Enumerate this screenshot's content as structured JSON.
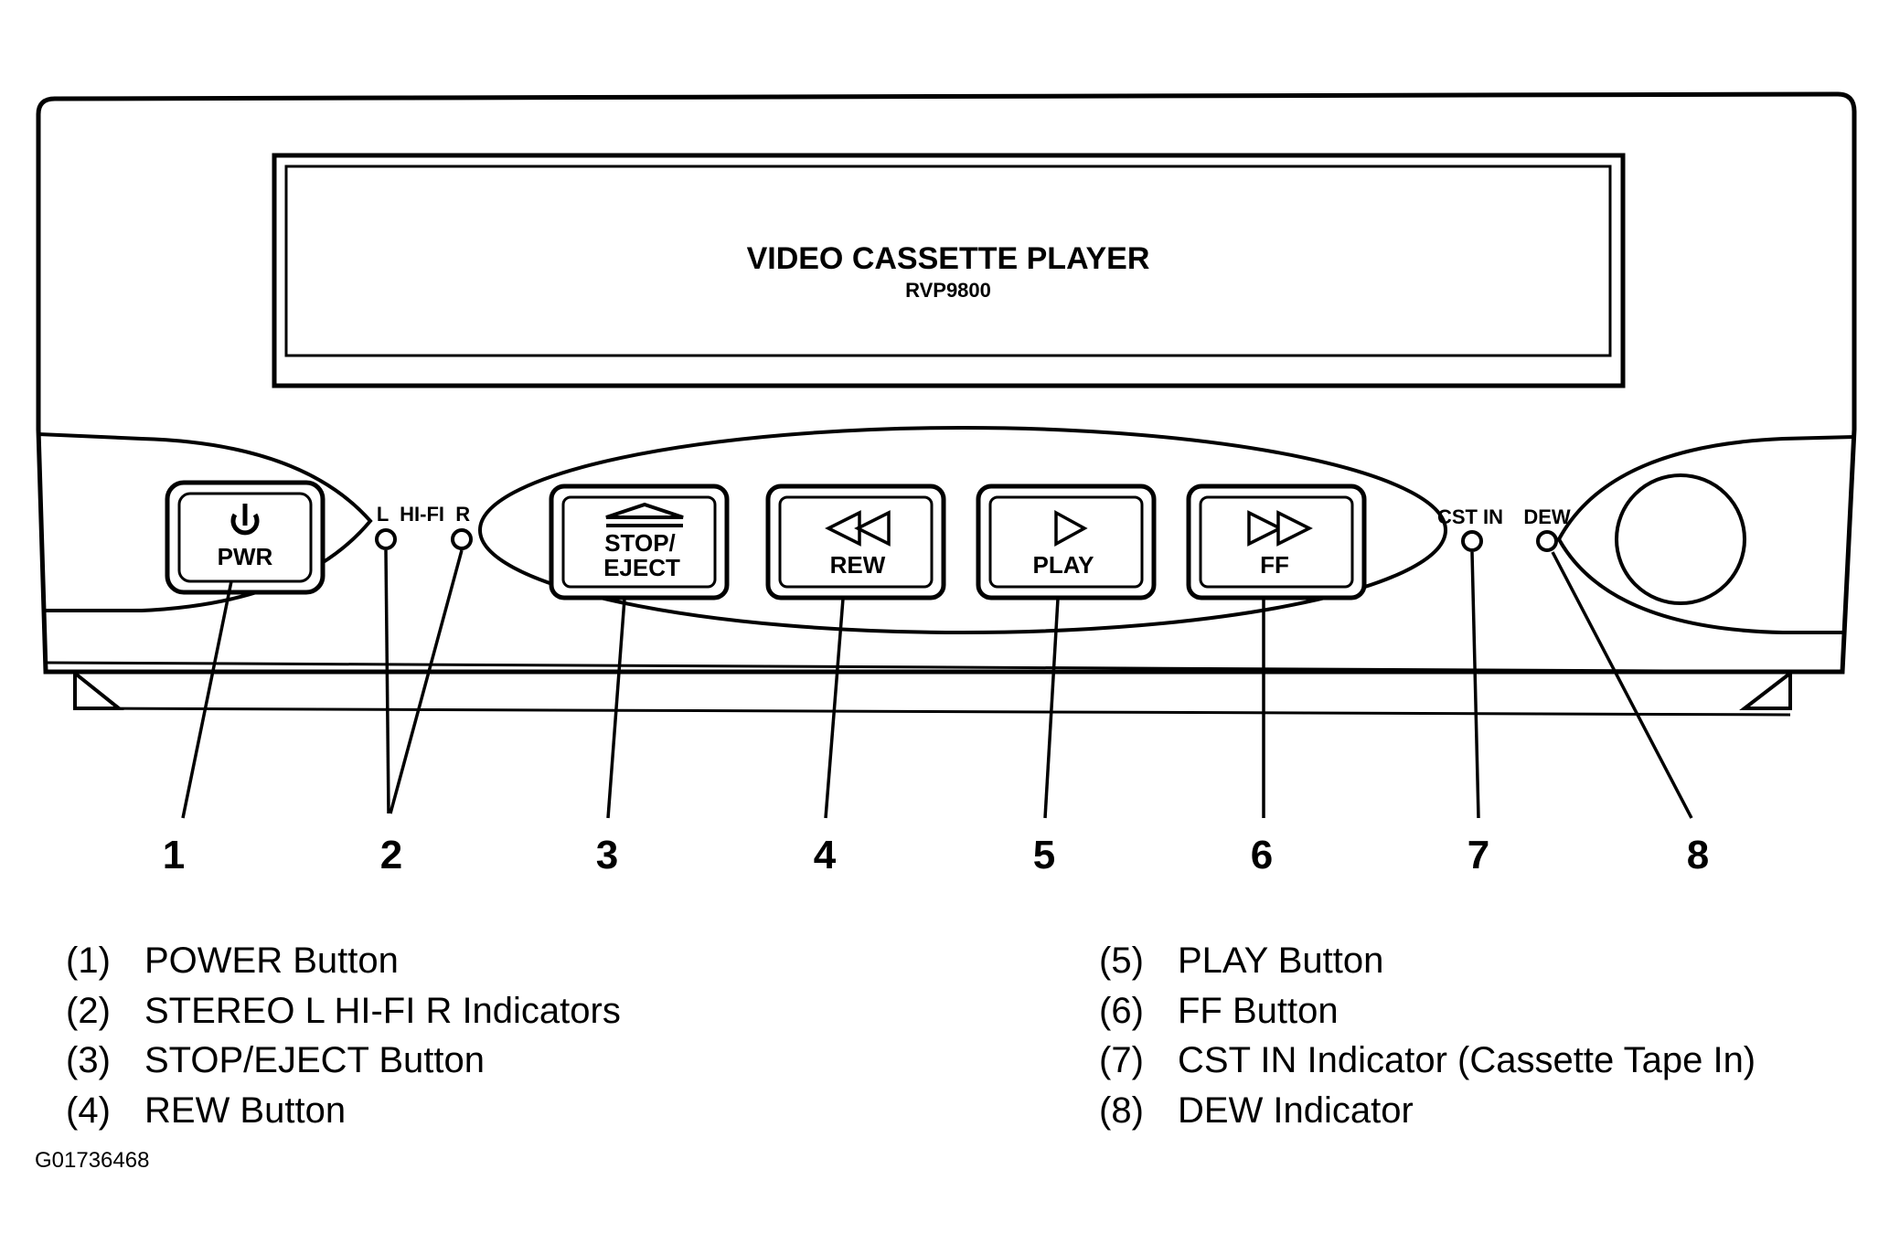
{
  "panel": {
    "title": "VIDEO CASSETTE PLAYER",
    "model": "RVP9800"
  },
  "buttons": {
    "pwr": "PWR",
    "stop_eject_line1": "STOP/",
    "stop_eject_line2": "EJECT",
    "rew": "REW",
    "play": "PLAY",
    "ff": "FF"
  },
  "indicators": {
    "hifi": "L  HI-FI  R",
    "cst_in": "CST IN",
    "dew": "DEW"
  },
  "icons": {
    "power": "power-icon",
    "eject": "eject-icon",
    "rewind": "rewind-icon",
    "play": "play-icon",
    "fast_forward": "fast-forward-icon"
  },
  "callouts": [
    "1",
    "2",
    "3",
    "4",
    "5",
    "6",
    "7",
    "8"
  ],
  "legend": {
    "left": [
      {
        "num": "(1)",
        "text": "POWER Button"
      },
      {
        "num": "(2)",
        "text": "STEREO L HI-FI R Indicators"
      },
      {
        "num": "(3)",
        "text": "STOP/EJECT Button"
      },
      {
        "num": "(4)",
        "text": "REW Button"
      }
    ],
    "right": [
      {
        "num": "(5)",
        "text": "PLAY Button"
      },
      {
        "num": "(6)",
        "text": "FF Button"
      },
      {
        "num": "(7)",
        "text": "CST IN Indicator (Cassette Tape In)"
      },
      {
        "num": "(8)",
        "text": "DEW Indicator"
      }
    ]
  },
  "figure_id": "G01736468"
}
